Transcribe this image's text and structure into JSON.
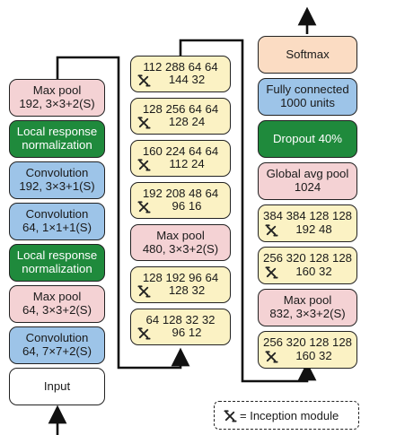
{
  "column1": [
    {
      "lines": [
        "Max pool",
        "192, 3×3+2(S)"
      ],
      "color": "#f4d2d4"
    },
    {
      "lines": [
        "Local response",
        "normalization"
      ],
      "color": "#1f8a3c"
    },
    {
      "lines": [
        "Convolution",
        "192, 3×3+1(S)"
      ],
      "color": "#9dc4e8"
    },
    {
      "lines": [
        "Convolution",
        "64, 1×1+1(S)"
      ],
      "color": "#9dc4e8"
    },
    {
      "lines": [
        "Local response",
        "normalization"
      ],
      "color": "#1f8a3c"
    },
    {
      "lines": [
        "Max pool",
        "64, 3×3+2(S)"
      ],
      "color": "#f4d2d4"
    },
    {
      "lines": [
        "Convolution",
        "64, 7×7+2(S)"
      ],
      "color": "#9dc4e8"
    },
    {
      "lines": [
        "Input"
      ],
      "color": "#ffffff"
    }
  ],
  "column2": [
    {
      "type": "inception",
      "line1": "112 288 64 64",
      "line2": "144 32"
    },
    {
      "type": "inception",
      "line1": "128 256 64 64",
      "line2": "128 24"
    },
    {
      "type": "inception",
      "line1": "160 224 64 64",
      "line2": "112 24"
    },
    {
      "type": "inception",
      "line1": "192 208 48 64",
      "line2": "96 16"
    },
    {
      "type": "layer",
      "lines": [
        "Max pool",
        "480, 3×3+2(S)"
      ],
      "color": "#f4d2d4"
    },
    {
      "type": "inception",
      "line1": "128 192 96 64",
      "line2": "128 32"
    },
    {
      "type": "inception",
      "line1": "64 128 32 32",
      "line2": "96 12"
    }
  ],
  "column3": [
    {
      "type": "layer",
      "lines": [
        "Softmax"
      ],
      "color": "#fbdcc3"
    },
    {
      "type": "layer",
      "lines": [
        "Fully connected",
        "1000 units"
      ],
      "color": "#9dc4e8"
    },
    {
      "type": "layer",
      "lines": [
        "Dropout 40%"
      ],
      "color": "#1f8a3c"
    },
    {
      "type": "layer",
      "lines": [
        "Global avg pool",
        "1024"
      ],
      "color": "#f4d2d4"
    },
    {
      "type": "inception",
      "line1": "384 384 128 128",
      "line2": "192 48"
    },
    {
      "type": "inception",
      "line1": "256 320 128 128",
      "line2": "160 32"
    },
    {
      "type": "layer",
      "lines": [
        "Max pool",
        "832, 3×3+2(S)"
      ],
      "color": "#f4d2d4"
    },
    {
      "type": "inception",
      "line1": "256 320 128 128",
      "line2": "160 32"
    }
  ],
  "inception_color": "#fbf2c4",
  "legend": {
    "label": "= Inception module",
    "icon": "inception-module-icon"
  }
}
